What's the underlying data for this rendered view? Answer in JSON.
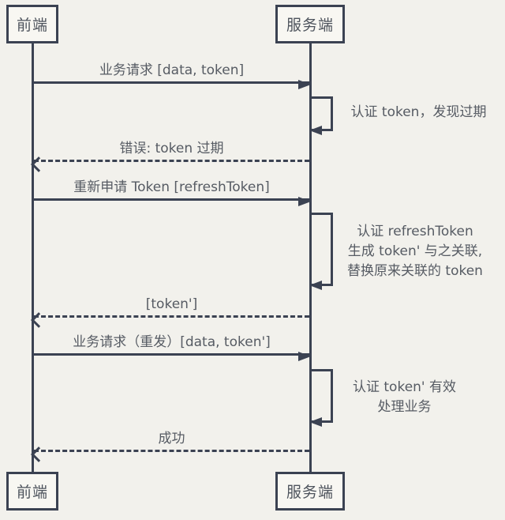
{
  "diagram": {
    "type": "sequence-diagram",
    "colors": {
      "background": "#f2f1ec",
      "line": "#3b4252",
      "box_fill": "#f8f7f2",
      "label_text": "#565b63"
    },
    "actors": {
      "frontend_top": "前端",
      "server_top": "服务端",
      "frontend_bottom": "前端",
      "server_bottom": "服务端"
    },
    "messages": [
      {
        "label": "业务请求 [data, token]",
        "style": "solid",
        "direction": "frontend-to-server"
      },
      {
        "label": "错误: token 过期",
        "style": "dashed",
        "direction": "server-to-frontend"
      },
      {
        "label": "重新申请 Token [refreshToken]",
        "style": "solid",
        "direction": "frontend-to-server"
      },
      {
        "label": "[token']",
        "style": "dashed",
        "direction": "server-to-frontend"
      },
      {
        "label": "业务请求（重发）[data, token']",
        "style": "solid",
        "direction": "frontend-to-server"
      },
      {
        "label": "成功",
        "style": "dashed",
        "direction": "server-to-frontend"
      }
    ],
    "self_messages": [
      {
        "label": "认证 token，发现过期"
      },
      {
        "label": "认证 refreshToken\n生成 token' 与之关联,\n替换原来关联的 token"
      },
      {
        "label": "认证 token' 有效\n处理业务"
      }
    ]
  }
}
